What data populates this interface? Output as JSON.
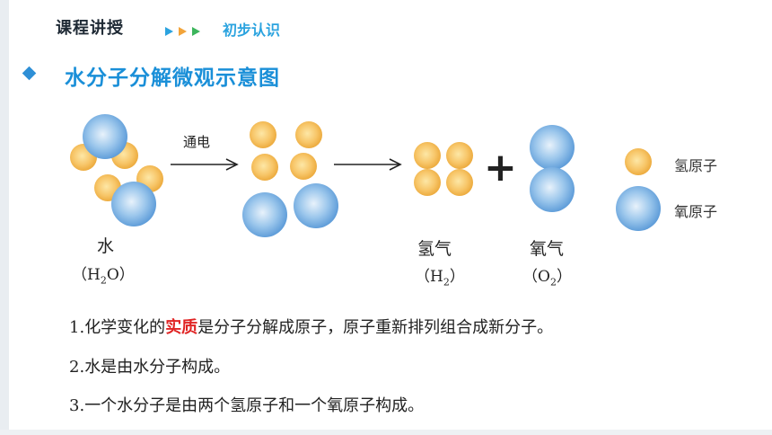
{
  "header": {
    "title": "课程讲授",
    "subtitle": "初步认识",
    "arrow_colors": [
      "#2ba3df",
      "#f2a43a",
      "#3cb55c"
    ]
  },
  "section": {
    "title": "水分子分解微观示意图"
  },
  "diagram": {
    "arrow_label": "通电",
    "water": {
      "name": "水",
      "formula_open": "（",
      "formula_main": "H",
      "formula_sub": "2",
      "formula_rest": "O",
      "formula_close": "）"
    },
    "hydrogen": {
      "name": "氢气",
      "formula_open": "（",
      "formula_main": "H",
      "formula_sub": "2",
      "formula_close": "）"
    },
    "oxygen": {
      "name": "氧气",
      "formula_open": "（",
      "formula_main": "O",
      "formula_sub": "2",
      "formula_close": "）"
    },
    "plus": "+",
    "legend": {
      "hydrogen_atom": "氢原子",
      "oxygen_atom": "氧原子"
    },
    "colors": {
      "hydrogen": "#f7c567",
      "oxygen": "#4f92d4"
    }
  },
  "statements": [
    {
      "num": "1.",
      "before": "化学变化的",
      "highlight": "实质",
      "after": "是分子分解成原子，原子重新排列组合成新分子。"
    },
    {
      "num": "2.",
      "before": "水是由水分子构成。",
      "highlight": "",
      "after": ""
    },
    {
      "num": "3.",
      "before": "一个水分子是由两个氢原子和一个氧原子构成。",
      "highlight": "",
      "after": ""
    }
  ]
}
